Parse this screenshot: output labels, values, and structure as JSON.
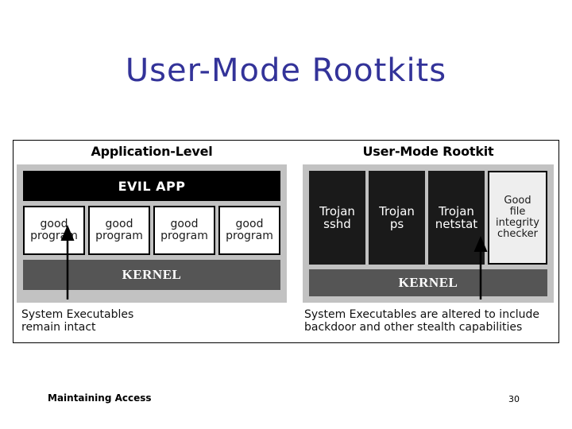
{
  "slide": {
    "title": "User-Mode Rootkits",
    "title_color": "#333399"
  },
  "diagram": {
    "left_panel": {
      "title": "Application-Level",
      "evil_app_label": "EVIL APP",
      "good_programs": [
        {
          "line1": "good",
          "line2": "program"
        },
        {
          "line1": "good",
          "line2": "program"
        },
        {
          "line1": "good",
          "line2": "program"
        },
        {
          "line1": "good",
          "line2": "program"
        }
      ],
      "kernel_label": "KERNEL",
      "caption": "System Executables\nremain intact",
      "arrow": "up-arrow-icon"
    },
    "right_panel": {
      "title": "User-Mode Rootkit",
      "boxes": [
        {
          "line1": "Trojan",
          "line2": "sshd",
          "kind": "trojan"
        },
        {
          "line1": "Trojan",
          "line2": "ps",
          "kind": "trojan"
        },
        {
          "line1": "Trojan",
          "line2": "netstat",
          "kind": "trojan"
        }
      ],
      "checker": {
        "line1": "Good",
        "line2": "file",
        "line3": "integrity",
        "line4": "checker"
      },
      "kernel_label": "KERNEL",
      "caption": "System Executables are altered to include\nbackdoor and other stealth capabilities",
      "arrow": "up-arrow-icon"
    },
    "colors": {
      "panel_background": "#c2c2c2",
      "evil_app": "#000000",
      "trojan_box": "#1a1a1a",
      "checker_box": "#eeeeee",
      "kernel_bar": "#555555",
      "frame_border": "#000000"
    }
  },
  "footer": {
    "label": "Maintaining Access",
    "page_number": "30"
  }
}
